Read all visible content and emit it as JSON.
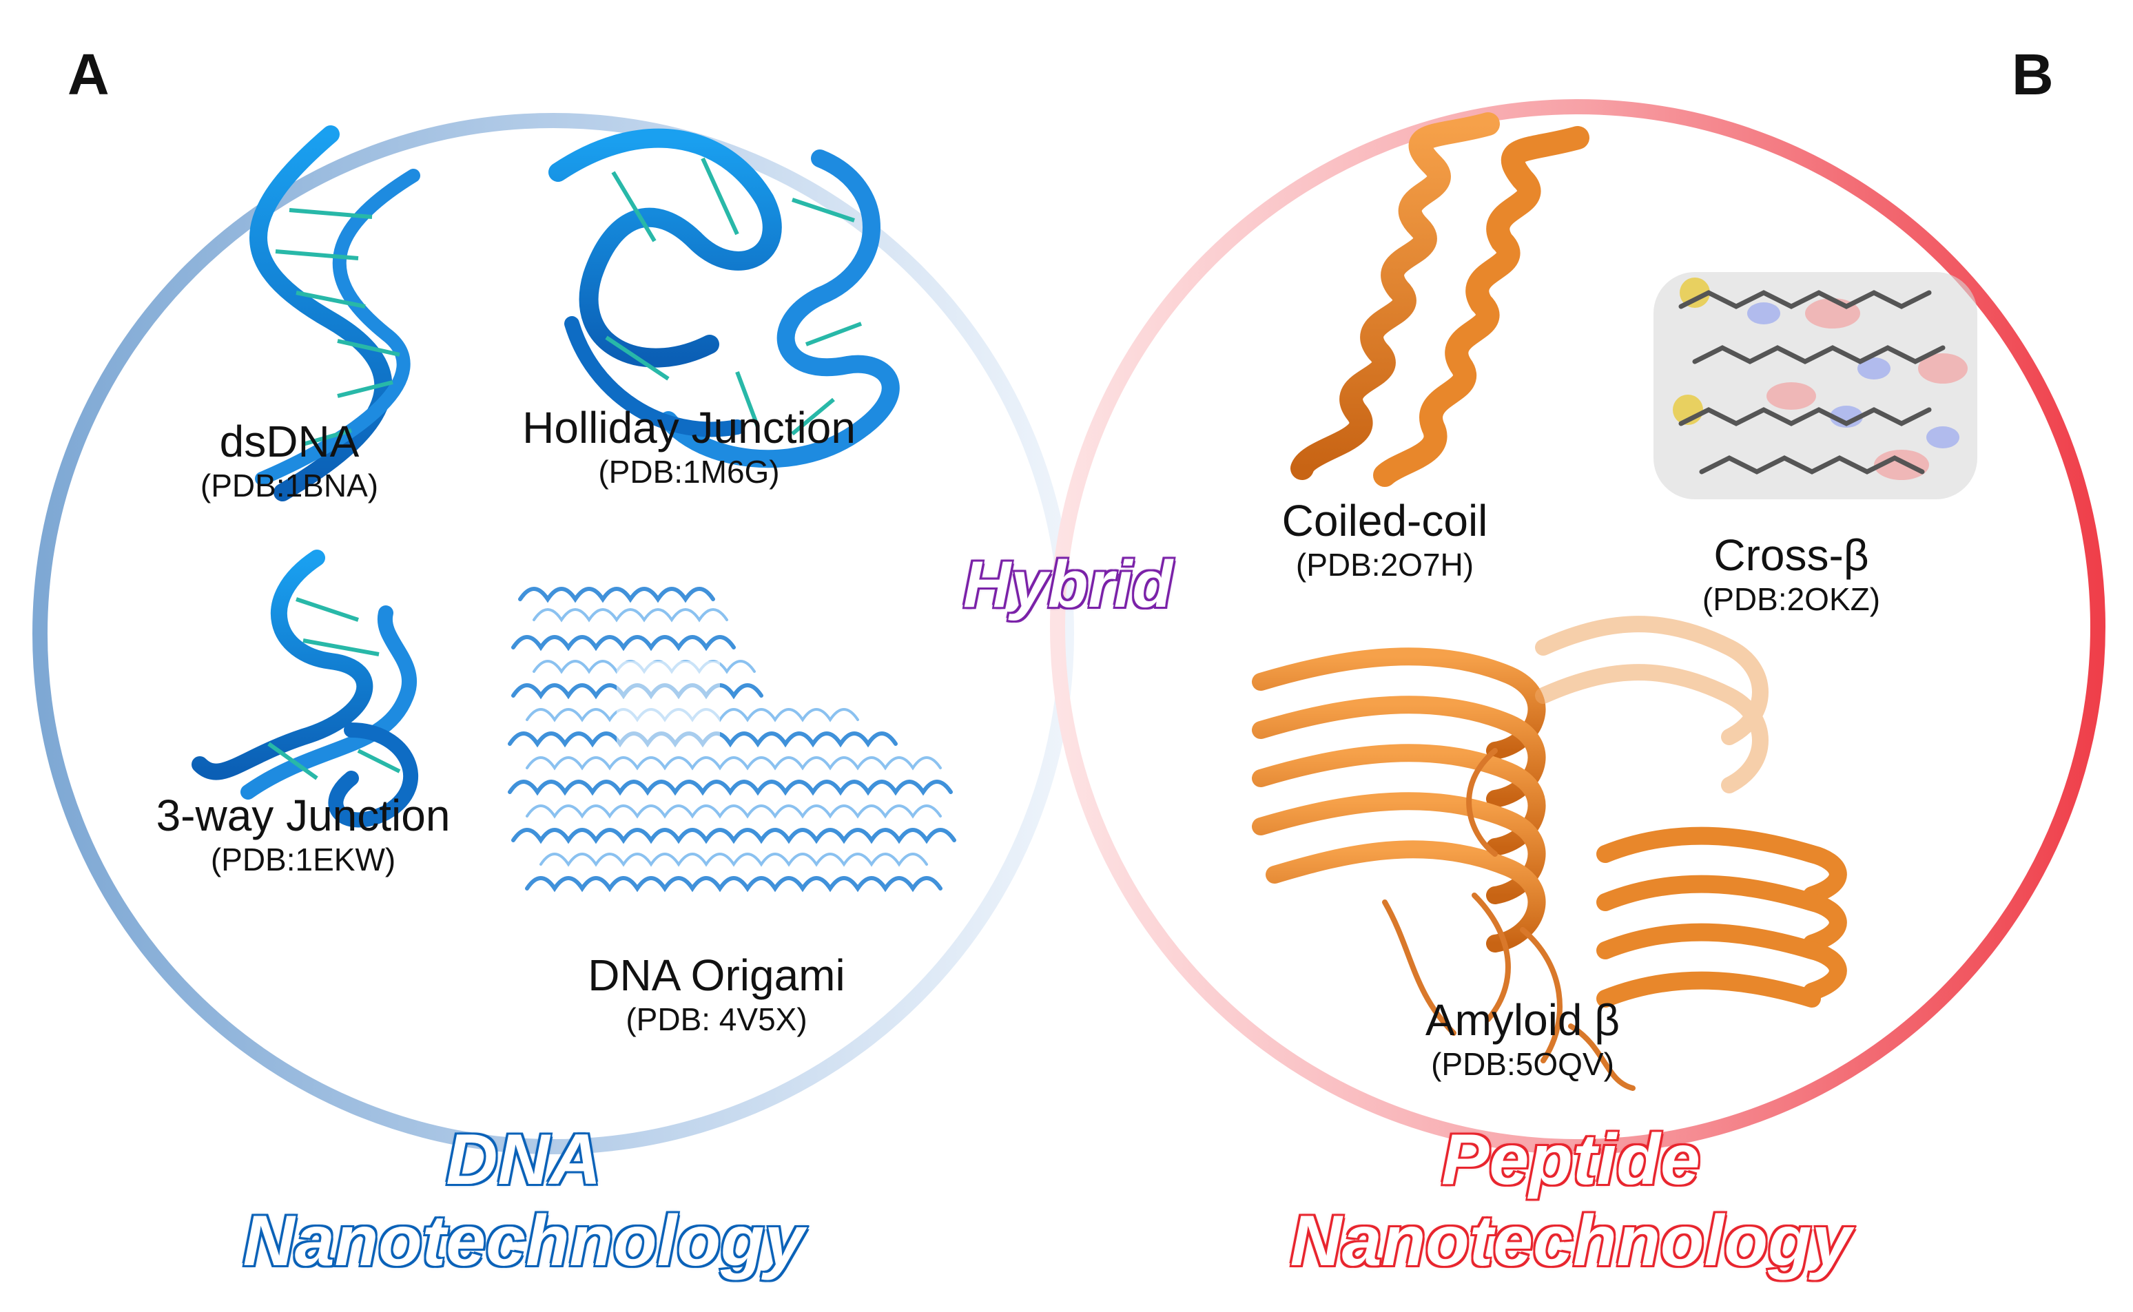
{
  "panels": {
    "left": "A",
    "right": "B"
  },
  "colors": {
    "dna_blue": "#1f7bd6",
    "dna_ring_light": "#eef4fb",
    "dna_ring_dark": "#7ea8d4",
    "peptide_orange": "#e8872b",
    "peptide_ring_light": "#fde3e4",
    "peptide_ring_dark": "#ef3f4a",
    "hybrid_purple": "#7b22a8"
  },
  "dna": {
    "title_line1": "DNA",
    "title_line2": "Nanotechnology",
    "structures": [
      {
        "name": "dsDNA",
        "pdb": "(PDB:1BNA)",
        "icon": "dsdna-helix-icon"
      },
      {
        "name": "Holliday Junction",
        "pdb": "(PDB:1M6G)",
        "icon": "holliday-junction-icon"
      },
      {
        "name": "3-way Junction",
        "pdb": "(PDB:1EKW)",
        "icon": "three-way-junction-icon"
      },
      {
        "name": "DNA Origami",
        "pdb": "(PDB: 4V5X)",
        "icon": "dna-origami-icon"
      }
    ]
  },
  "hybrid": {
    "title": "Hybrid"
  },
  "peptide": {
    "title_line1": "Peptide",
    "title_line2": "Nanotechnology",
    "structures": [
      {
        "name": "Coiled-coil",
        "pdb": "(PDB:2O7H)",
        "icon": "coiled-coil-icon"
      },
      {
        "name": "Cross-β",
        "pdb": "(PDB:2OKZ)",
        "icon": "cross-beta-icon"
      },
      {
        "name": "Amyloid β",
        "pdb": "(PDB:5OQV)",
        "icon": "amyloid-beta-icon"
      }
    ]
  }
}
